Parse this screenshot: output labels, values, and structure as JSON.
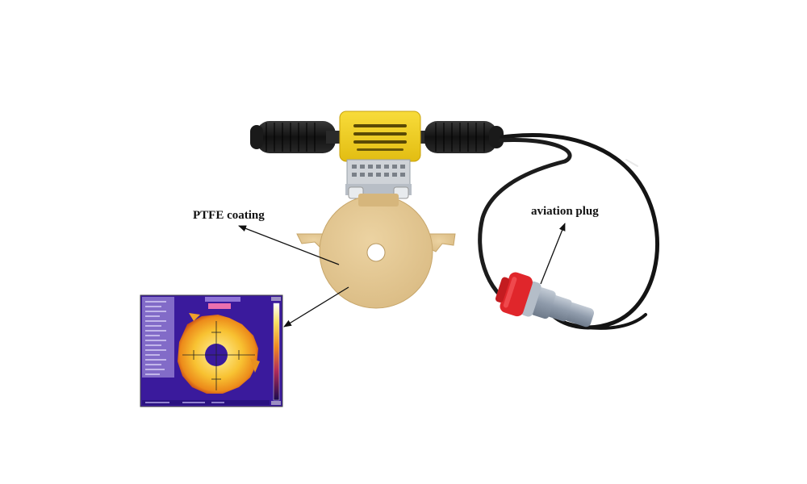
{
  "labels": {
    "ptfe": "PTFE coating",
    "aviation": "aviation plug"
  },
  "colors": {
    "background": "#ffffff",
    "yellow_housing": "#f4d21c",
    "plate": "#e2c690",
    "handle": "#1a1a1a",
    "cable": "#141414",
    "plug_red": "#e0262b",
    "plug_grey": "#9aa6b4",
    "thermal_bg": "#3a1a9c",
    "thermal_hot": "#f7c430"
  },
  "icons": {
    "arrow": "arrow-head"
  }
}
